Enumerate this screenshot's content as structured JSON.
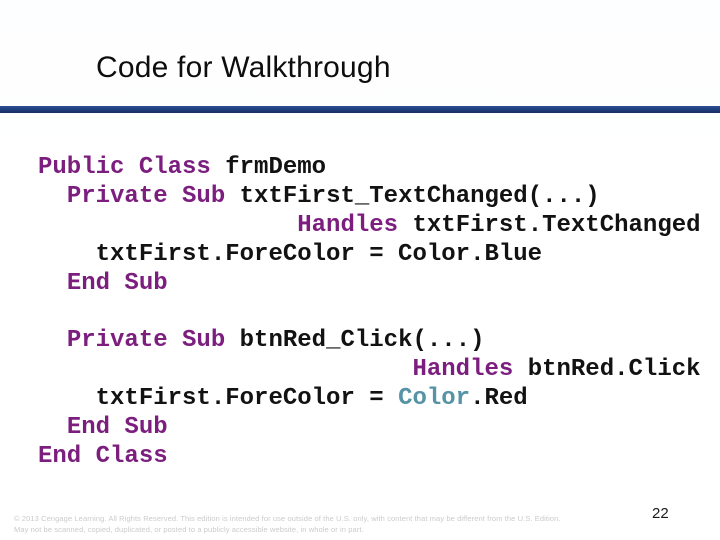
{
  "title": "Code for Walkthrough",
  "page_number": "22",
  "footer": {
    "line1": "© 2013 Cengage Learning. All Rights Reserved. This edition is intended for use outside of the U.S. only, with content that may be different from the U.S. Edition.",
    "line2": "May not be scanned, copied, duplicated, or posted to a publicly accessible website, in whole or in part."
  },
  "colors": {
    "keyword_purple": "#7B1E7E",
    "plain_code": "#121212",
    "type_teal": "#5693A7",
    "divider_navy": "#1E3C7B",
    "footer_gray": "#CBCBCB"
  },
  "code": {
    "language": "VB.NET",
    "blocks": [
      {
        "lines": [
          [
            {
              "t": "Public Class",
              "c": "kw"
            },
            {
              "t": " frmDemo",
              "c": "pl"
            }
          ],
          [
            {
              "t": "  ",
              "c": "pl"
            },
            {
              "t": "Private Sub",
              "c": "kw"
            },
            {
              "t": " txtFirst_TextChanged(...)",
              "c": "pl"
            }
          ],
          [
            {
              "t": "                  ",
              "c": "pl"
            },
            {
              "t": "Handles",
              "c": "kw"
            },
            {
              "t": " txtFirst.TextChanged",
              "c": "pl"
            }
          ],
          [
            {
              "t": "    txtFirst.ForeColor = Color.Blue",
              "c": "pl"
            }
          ],
          [
            {
              "t": "  ",
              "c": "pl"
            },
            {
              "t": "End Sub",
              "c": "kw"
            }
          ]
        ]
      },
      {
        "lines": [
          [
            {
              "t": "  ",
              "c": "pl"
            },
            {
              "t": "Private Sub",
              "c": "kw"
            },
            {
              "t": " btnRed_Click(...)",
              "c": "pl"
            }
          ],
          [
            {
              "t": "                          ",
              "c": "pl"
            },
            {
              "t": "Handles",
              "c": "kw"
            },
            {
              "t": " btnRed.Click",
              "c": "pl"
            }
          ],
          [
            {
              "t": "    txtFirst.ForeColor = ",
              "c": "pl"
            },
            {
              "t": "Color",
              "c": "ty"
            },
            {
              "t": ".Red",
              "c": "pl"
            }
          ],
          [
            {
              "t": "  ",
              "c": "pl"
            },
            {
              "t": "End Sub",
              "c": "kw"
            }
          ],
          [
            {
              "t": "End Class",
              "c": "kw"
            }
          ]
        ]
      }
    ]
  }
}
